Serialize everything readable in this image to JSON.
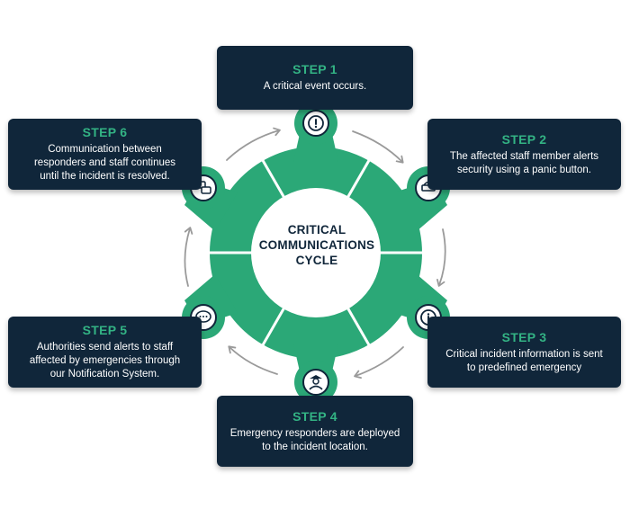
{
  "center": {
    "line1": "CRITICAL",
    "line2": "COMMUNICATIONS",
    "line3": "CYCLE"
  },
  "steps": [
    {
      "title": "STEP 1",
      "lines": [
        "A critical event occurs."
      ],
      "icon": "alert-icon"
    },
    {
      "title": "STEP 2",
      "lines": [
        "The affected staff member alerts",
        "security using a panic button."
      ],
      "icon": "panic-button-icon"
    },
    {
      "title": "STEP 3",
      "lines": [
        "Critical incident information is sent",
        "to predefined emergency"
      ],
      "icon": "info-icon"
    },
    {
      "title": "STEP 4",
      "lines": [
        "Emergency responders are deployed",
        "to the incident location."
      ],
      "icon": "police-officer-icon"
    },
    {
      "title": "STEP 5",
      "lines": [
        "Authorities send alerts to staff",
        "affected by emergencies through",
        "our Notification System."
      ],
      "icon": "chat-bubble-icon"
    },
    {
      "title": "STEP 6",
      "lines": [
        "Communication between",
        "responders and staff continues",
        "until the incident is resolved."
      ],
      "icon": "conversation-icon"
    }
  ],
  "colors": {
    "card_background": "#10263a",
    "step_title": "#33b384",
    "hub_green": "#2ba877",
    "arrow_gray": "#9a9a9a"
  }
}
